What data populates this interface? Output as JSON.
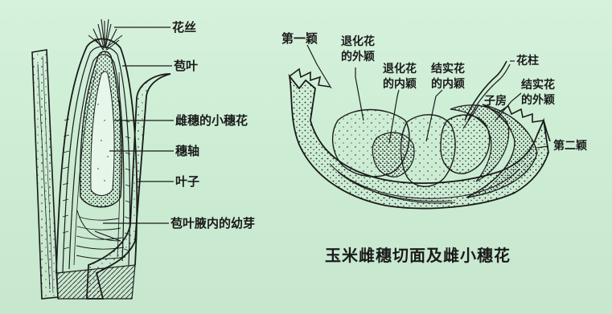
{
  "left_figure": {
    "labels": {
      "silk": "花丝",
      "bract": "苞叶",
      "pistillate_spikelet": "雌穗的小穗花",
      "rachis": "穗轴",
      "leaf": "叶子",
      "axillary_bud": "苞叶腋内的幼芽"
    }
  },
  "right_figure": {
    "labels": {
      "glume_1": "第一颖",
      "sterile_lemma_line1": "退化花",
      "sterile_lemma_line2": "的外颖",
      "sterile_palea_line1": "退化花",
      "sterile_palea_line2": "的内颖",
      "fertile_palea_line1": "结实花",
      "fertile_palea_line2": "的内颖",
      "style": "花柱",
      "fertile_lemma_line1": "结实花",
      "fertile_lemma_line2": "的外颖",
      "ovary": "子房",
      "glume_2": "第二颖"
    },
    "caption": "玉米雌穗切面及雌小穗花"
  },
  "colors": {
    "background": "#cdeed5",
    "ink": "#1a1a1a"
  }
}
